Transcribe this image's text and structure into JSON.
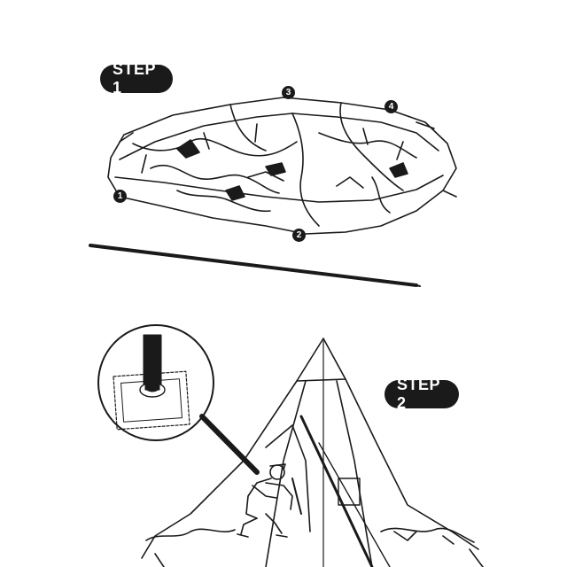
{
  "steps": [
    {
      "label": "STEP 1"
    },
    {
      "label": "STEP 2"
    }
  ],
  "corner_markers": [
    "1",
    "2",
    "3",
    "4"
  ],
  "colors": {
    "ink": "#1a1a1a",
    "background": "#ffffff"
  }
}
